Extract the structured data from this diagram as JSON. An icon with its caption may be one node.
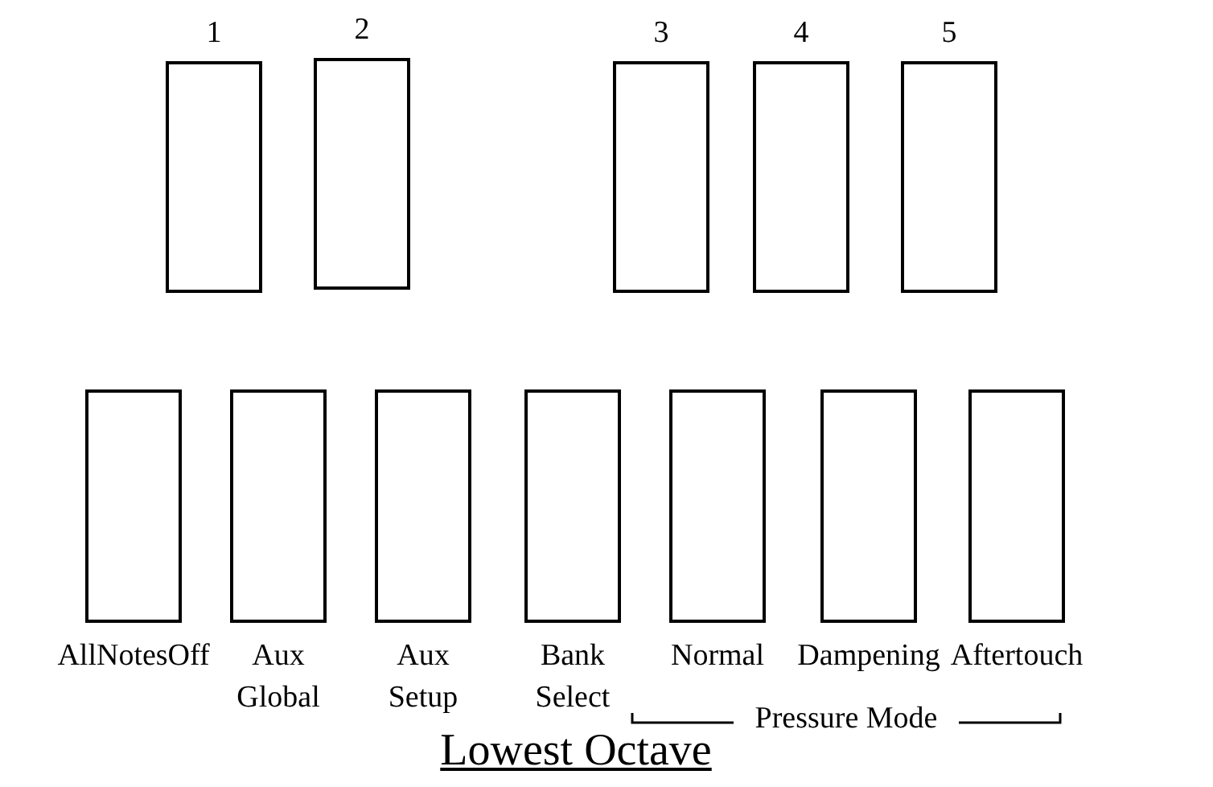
{
  "diagram": {
    "caption": "Lowest Octave",
    "nodes": [
      {
        "text": [
          "1"
        ]
      },
      {
        "text": [
          "2"
        ]
      },
      {
        "text": [
          "3"
        ]
      },
      {
        "text": [
          "4"
        ]
      },
      {
        "text": [
          "5"
        ]
      },
      {
        "text": [
          "AllNotesOff"
        ]
      },
      {
        "text": [
          "Aux Global"
        ]
      },
      {
        "text": [
          "Aux Setup"
        ]
      },
      {
        "text": [
          "Bank Select"
        ]
      },
      {
        "text": [
          "Normal"
        ]
      },
      {
        "text": [
          "Dampening"
        ]
      },
      {
        "text": [
          "Aftertouch"
        ]
      }
    ],
    "labels": [
      "Pressure Mode"
    ]
  }
}
